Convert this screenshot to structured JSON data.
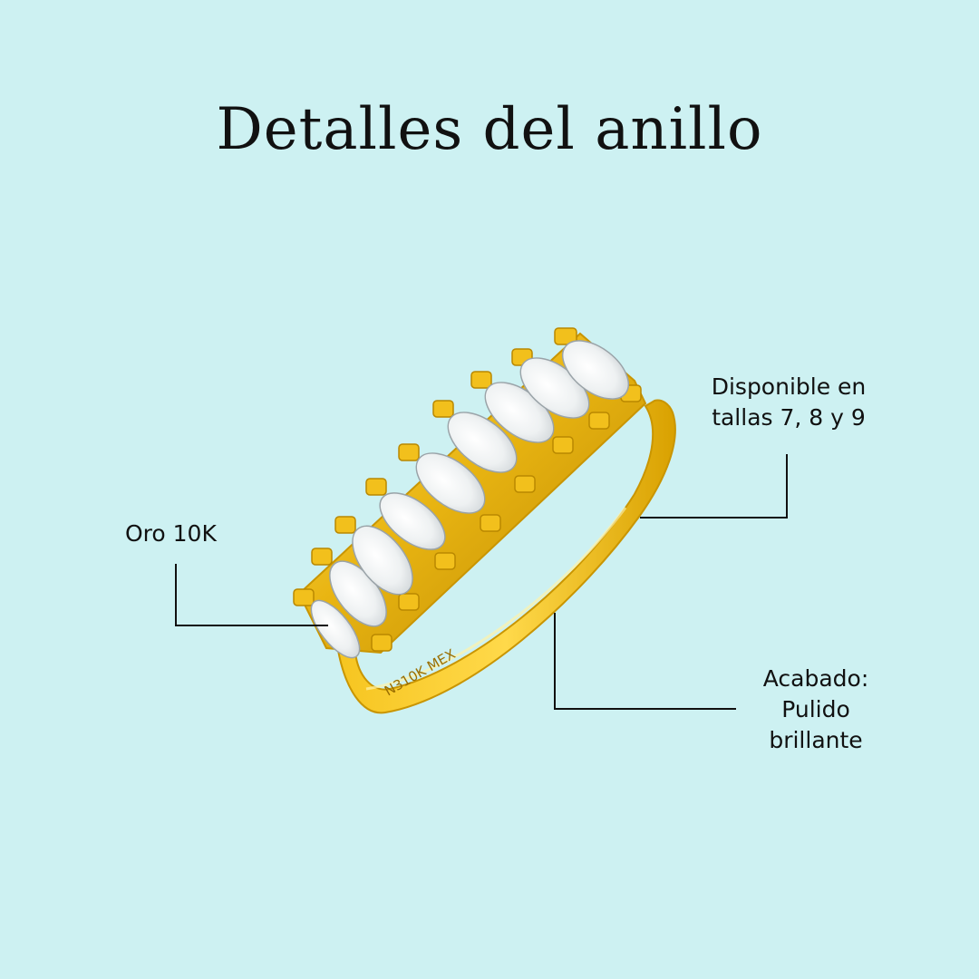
{
  "title": "Detalles del anillo",
  "callouts": {
    "material": {
      "lines": [
        "Oro 10K"
      ]
    },
    "sizes": {
      "lines": [
        "Disponible en",
        "tallas 7, 8 y 9"
      ]
    },
    "finish": {
      "lines": [
        "Acabado:",
        "Pulido",
        "brillante"
      ]
    }
  },
  "ring": {
    "stamp": "N310K MEX",
    "stone_count": 9
  },
  "colors": {
    "background": "#cdf1f2",
    "gold": "#e8b514",
    "gold_dark": "#b98800",
    "gold_light": "#ffd94a",
    "stone": "#f4f6f7",
    "line": "#111111"
  }
}
